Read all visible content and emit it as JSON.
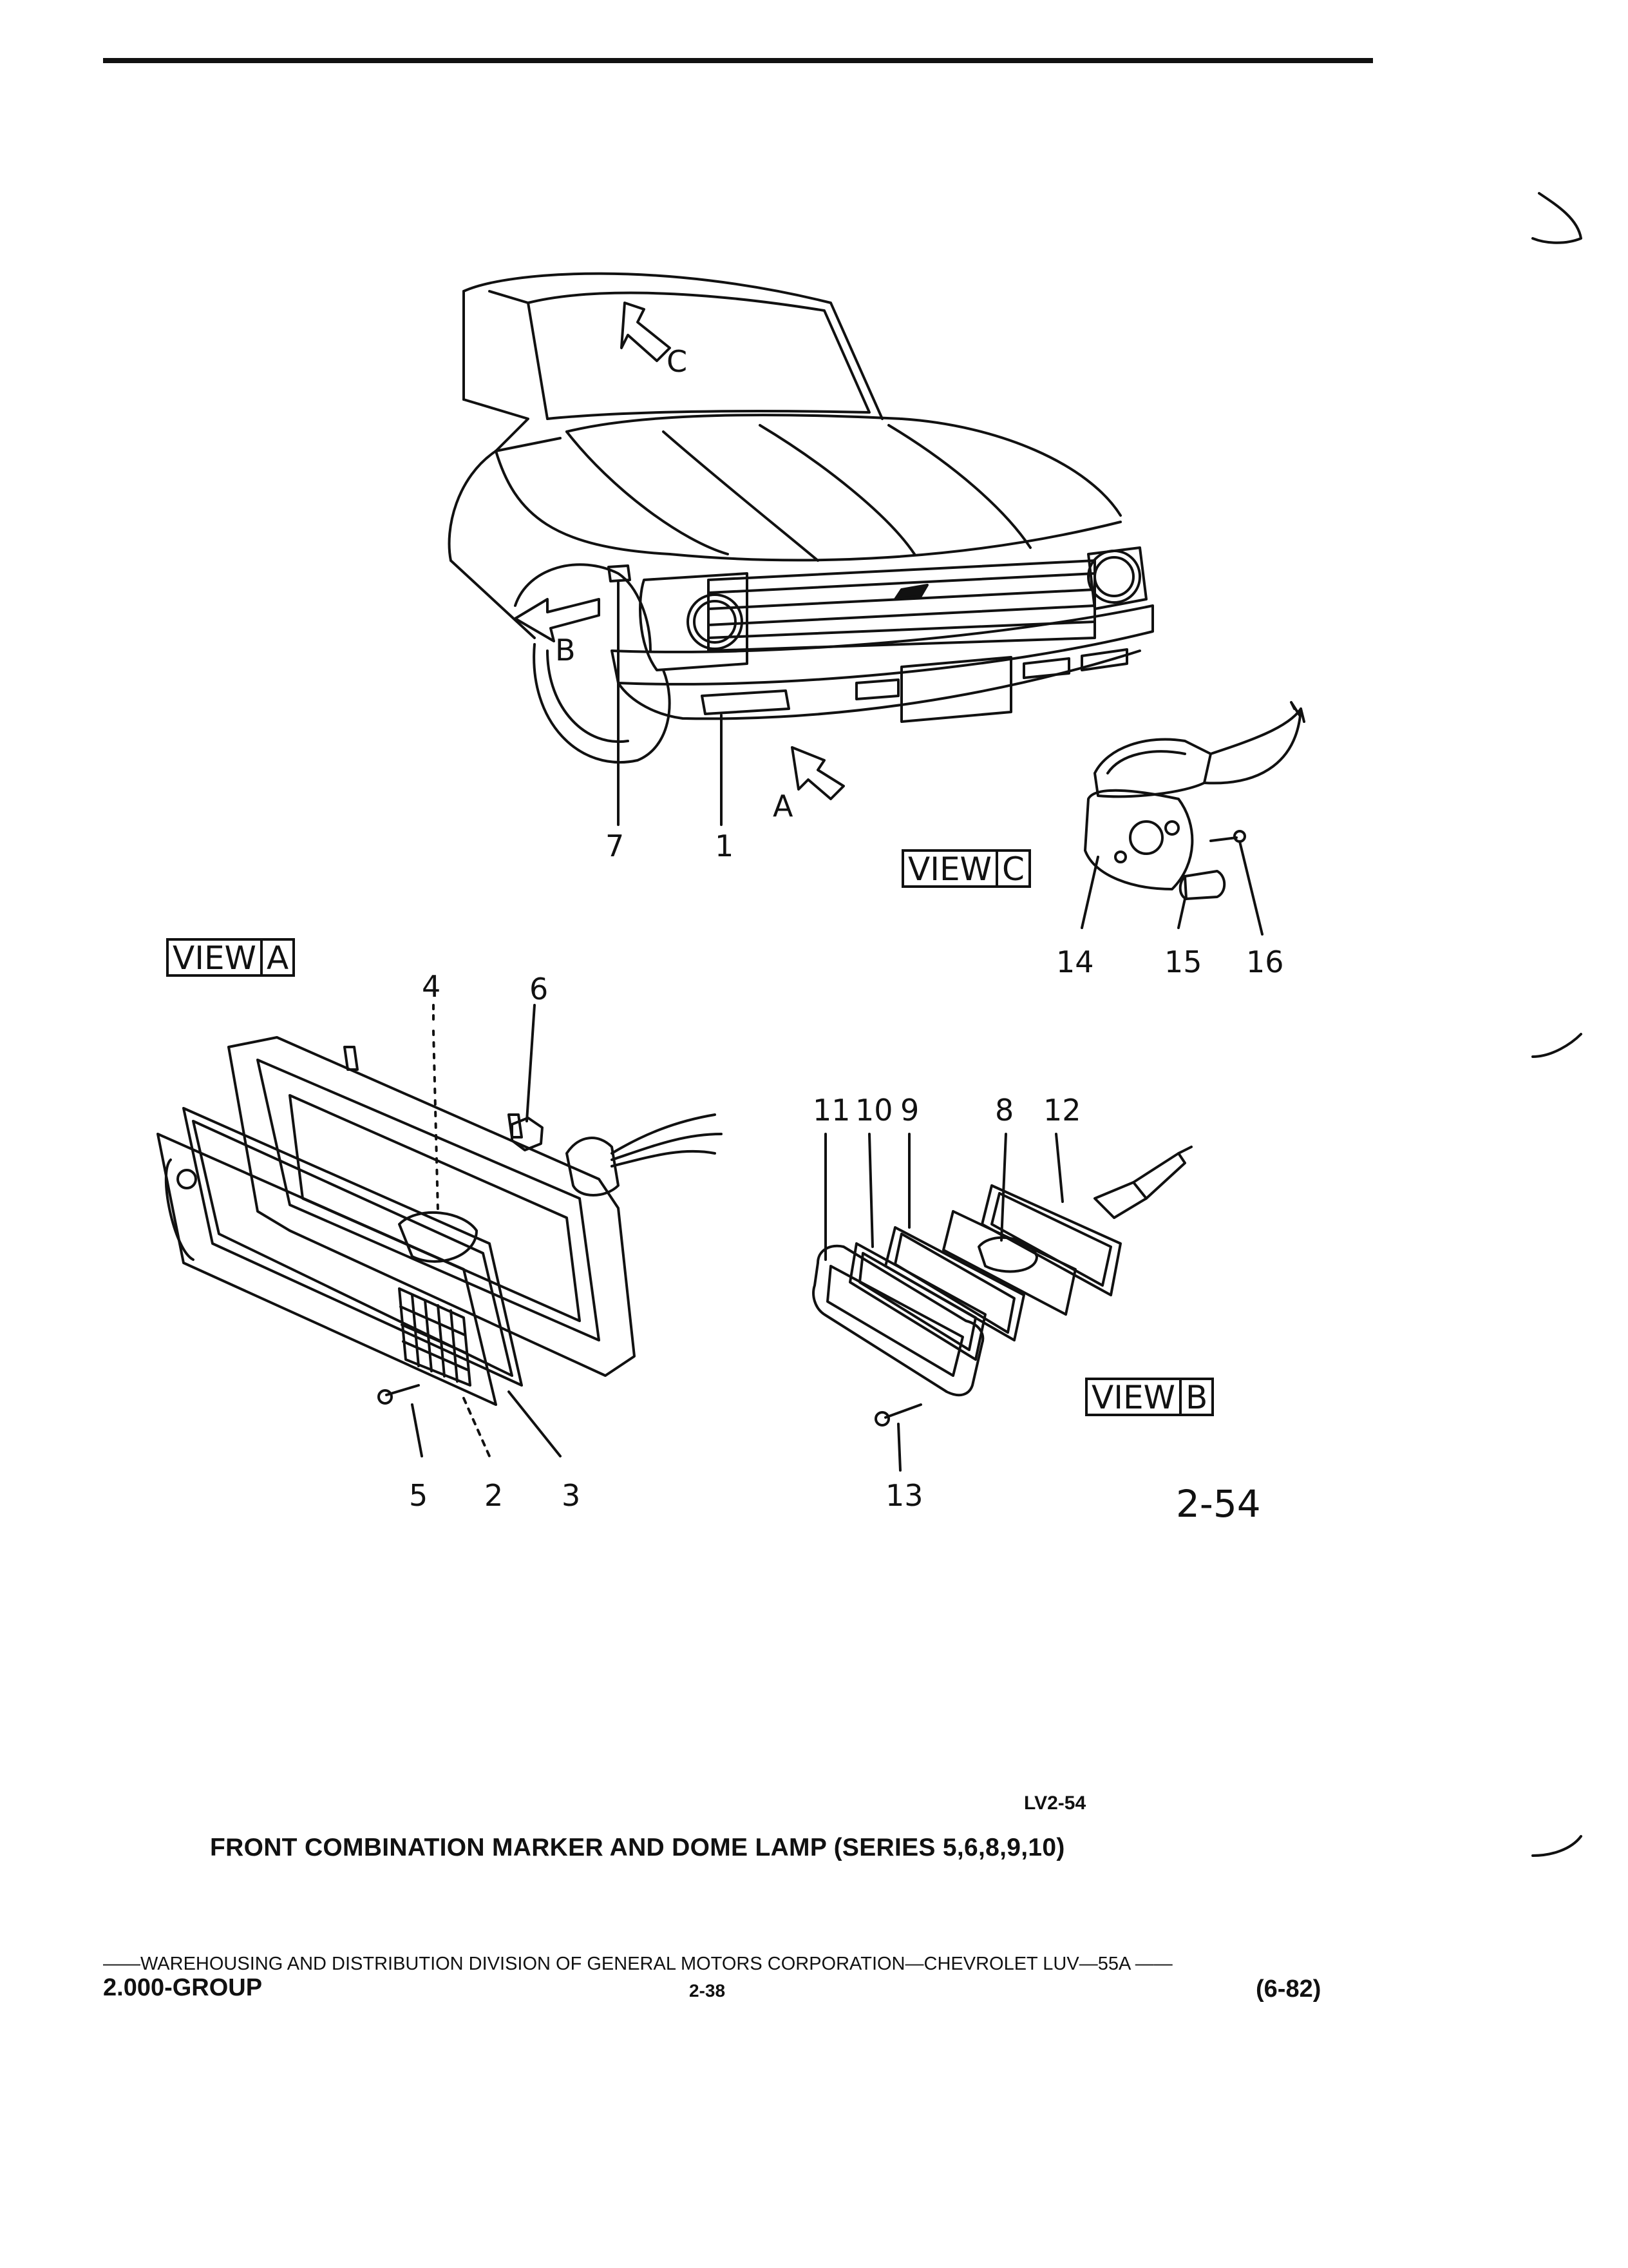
{
  "diagram": {
    "view_labels": {
      "view_a": {
        "word": "VIEW",
        "letter": "A"
      },
      "view_b": {
        "word": "VIEW",
        "letter": "B"
      },
      "view_c": {
        "word": "VIEW",
        "letter": "C"
      }
    },
    "arrow_letters": {
      "a": "A",
      "b": "B",
      "c": "C"
    },
    "callouts": {
      "c1": "1",
      "c2": "2",
      "c3": "3",
      "c4": "4",
      "c5": "5",
      "c6": "6",
      "c7": "7",
      "c8": "8",
      "c9": "9",
      "c10": "10",
      "c11": "11",
      "c12": "12",
      "c13": "13",
      "c14": "14",
      "c15": "15",
      "c16": "16"
    },
    "figure_number": "2-54",
    "reference_code": "LV2-54"
  },
  "title": "FRONT COMBINATION MARKER AND DOME LAMP (SERIES 5,6,8,9,10)",
  "footer": {
    "division_line": "——WAREHOUSING AND DISTRIBUTION  DIVISION OF GENERAL MOTORS CORPORATION—CHEVROLET LUV—55A  ——",
    "group": "2.000-GROUP",
    "page": "2-38",
    "date": "(6-82)"
  }
}
